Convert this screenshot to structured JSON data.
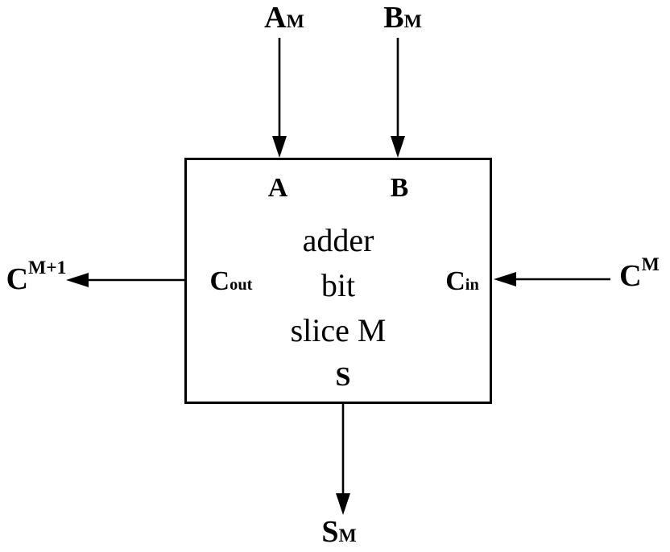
{
  "diagram": {
    "block": {
      "line1": "adder",
      "line2": "bit",
      "line3": "slice M"
    },
    "ports": {
      "a": "A",
      "b": "B",
      "s": "S",
      "cout_base": "C",
      "cout_sub": "out",
      "cin_base": "C",
      "cin_sub": "in"
    },
    "signals": {
      "a_base": "A",
      "a_sub": "M",
      "b_base": "B",
      "b_sub": "M",
      "carry_out_base": "C",
      "carry_out_sup": "M+1",
      "carry_in_base": "C",
      "carry_in_sup": "M",
      "sum_base": "S",
      "sum_sub": "M"
    },
    "colors": {
      "ink": "#000000",
      "background": "#ffffff"
    }
  }
}
